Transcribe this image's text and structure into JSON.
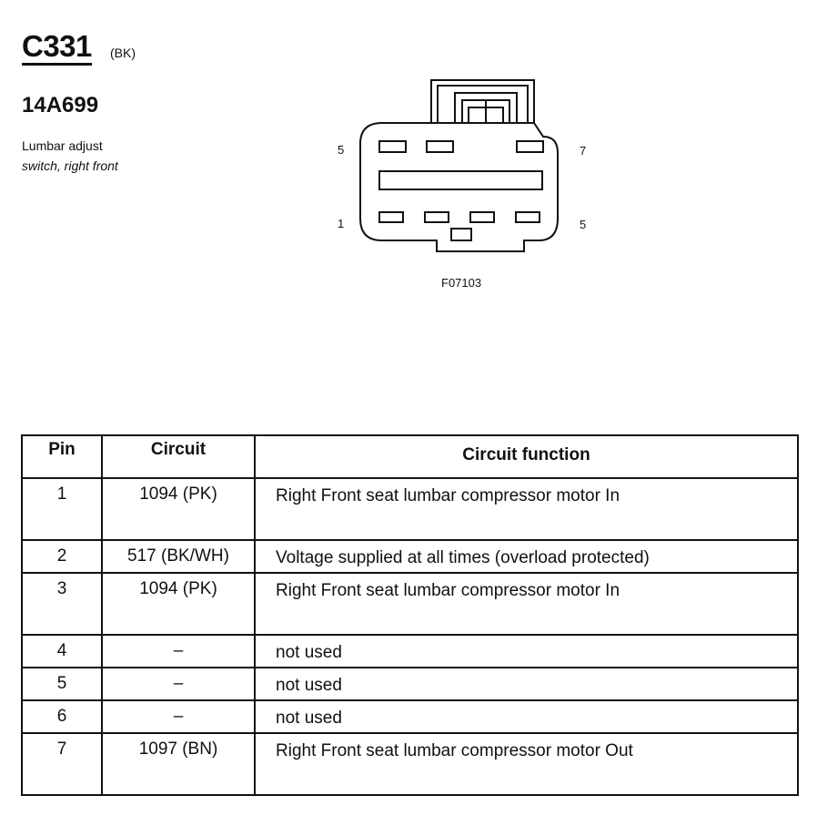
{
  "header": {
    "connector_id": "C331",
    "connector_color": "(BK)",
    "part_number": "14A699",
    "description_line1": "Lumbar adjust",
    "description_line2": "switch, right front"
  },
  "diagram": {
    "pin_labels": {
      "top_left": "5",
      "top_right": "7",
      "bottom_left": "1",
      "bottom_right": "5"
    },
    "figure_id": "F07103"
  },
  "table": {
    "headers": {
      "pin": "Pin",
      "circuit": "Circuit",
      "function": "Circuit function"
    },
    "rows": [
      {
        "pin": "1",
        "circuit": "1094 (PK)",
        "function": "Right Front seat lumbar compressor motor In"
      },
      {
        "pin": "2",
        "circuit": "517 (BK/WH)",
        "function": "Voltage supplied at all times (overload protected)"
      },
      {
        "pin": "3",
        "circuit": "1094 (PK)",
        "function": "Right Front seat lumbar compressor motor In"
      },
      {
        "pin": "4",
        "circuit": "–",
        "function": "not used"
      },
      {
        "pin": "5",
        "circuit": "–",
        "function": "not used"
      },
      {
        "pin": "6",
        "circuit": "–",
        "function": "not used"
      },
      {
        "pin": "7",
        "circuit": "1097 (BN)",
        "function": "Right Front seat lumbar compressor motor Out"
      }
    ]
  }
}
